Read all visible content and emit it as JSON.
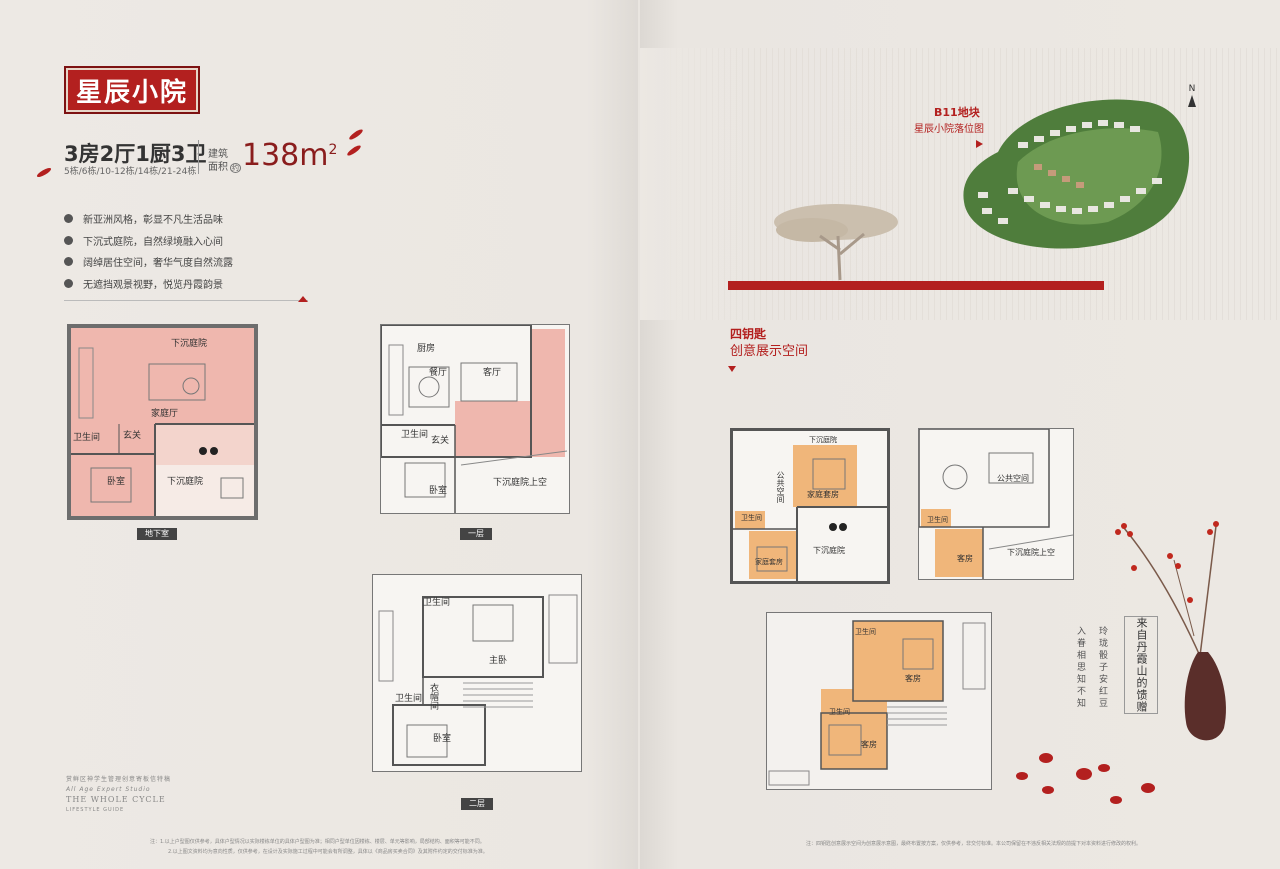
{
  "left": {
    "seal_title": "星辰小院",
    "layout_title": "3房2厅1厨3卫",
    "buildings": "5栋/6栋/10-12栋/14栋/21-24栋",
    "area_label_line1": "建筑",
    "area_label_line2": "面积",
    "area_label_mark": "约",
    "area_value": "138m",
    "area_unit_sup": "2",
    "features": [
      "新亚洲风格，彰显不凡生活品味",
      "下沉式庭院，自然绿境融入心间",
      "阔绰居住空间，奢华气度自然流露",
      "无遮挡观景视野，悦览丹霞韵景"
    ],
    "plans": {
      "basement": {
        "label": "地下室",
        "rooms": {
          "sunken_courtyard_top": "下沉庭院",
          "family_hall": "家庭厅",
          "bathroom": "卫生间",
          "foyer": "玄关",
          "bedroom": "卧室",
          "sunken_courtyard": "下沉庭院"
        }
      },
      "first": {
        "label": "一层",
        "rooms": {
          "kitchen": "厨房",
          "dining": "餐厅",
          "living": "客厅",
          "bathroom": "卫生间",
          "foyer": "玄关",
          "bedroom": "卧室",
          "courtyard_above": "下沉庭院上空"
        }
      },
      "second": {
        "label": "二层",
        "rooms": {
          "bathroom_top": "卫生间",
          "master": "主卧",
          "bathroom_left": "卫生间",
          "closet": "衣帽间",
          "bedroom": "卧室"
        }
      }
    },
    "brand_line1": "赏鲜区神学生管理创意寄板信特稿",
    "brand_line2": "All Age Expert Studio",
    "brand_line3": "THE WHOLE CYCLE",
    "brand_line4": "LIFESTYLE GUIDE",
    "footnote_line1": "注：1.以上户型图仅供参考，具体户型情况以实际楼栋单位的具体户型图为准；相同户型单位因楼栋、楼层、单元等影响，局部结构、面积等可能不同。",
    "footnote_line2": "2.以上图文资料均为意向性质，仅供参考，在设计及实际施工过程中可能会有所调整，具体以《商品房买卖合同》及其附件约定的交付标准为准。"
  },
  "right": {
    "b11_title": "B11地块",
    "b11_sub": "星辰小院落位图",
    "north_label": "N",
    "key_title": "四钥匙",
    "key_sub": "创意展示空间",
    "plans": {
      "basement": {
        "rooms": {
          "sunken_courtyard_top": "下沉庭院",
          "public_space": "公共空间",
          "family_suite": "家庭套房",
          "bathroom": "卫生间",
          "family_suite_small": "家庭套房",
          "sunken_courtyard": "下沉庭院"
        }
      },
      "first": {
        "rooms": {
          "public_space": "公共空间",
          "bathroom": "卫生间",
          "guest_room": "客房",
          "courtyard_above": "下沉庭院上空"
        }
      },
      "second": {
        "rooms": {
          "bathroom_top": "卫生间",
          "guest_room_main": "客房",
          "bathroom_left": "卫生间",
          "guest_room": "客房"
        }
      }
    },
    "poem_col1": "入眷相思知不知",
    "poem_col2": "玲珑骰子安红豆",
    "poem_box": "来自丹霞山的馈赠",
    "footnote": "注：四钥匙创意展示空间为创意展示意图，最终布置按方案，仅供参考，非交付标准。本公司保留在不违反相关法规的前提下对本资料进行修改的权利。"
  },
  "colors": {
    "accent_red": "#b3201f",
    "basement_pink": "#efb7ae",
    "key_orange": "#f0b67a",
    "area_red": "#8a1d1d"
  }
}
